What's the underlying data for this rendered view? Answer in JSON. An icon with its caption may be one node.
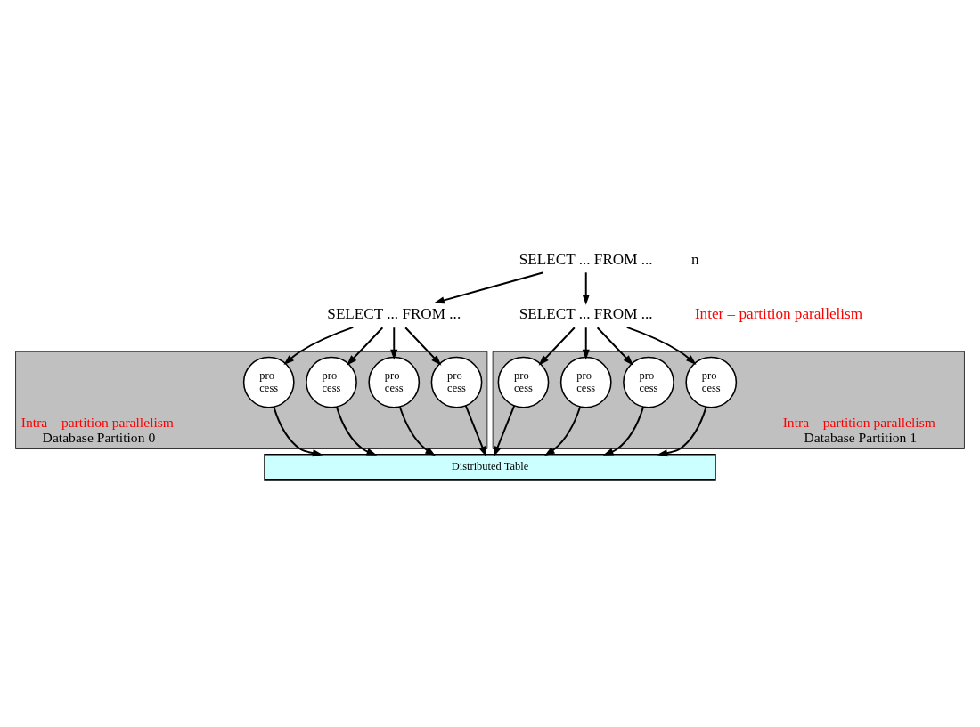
{
  "diagram": {
    "nodes": [
      {
        "text": [
          "SELECT ... FROM ..."
        ]
      },
      {
        "text": [
          "SELECT ... FROM ..."
        ]
      },
      {
        "text": [
          "SELECT ... FROM ..."
        ]
      },
      {
        "text": [
          "Intra – partition parallelism",
          "Database Partition 0"
        ]
      },
      {
        "text": [
          "pro- cess"
        ],
        "in": 3
      },
      {
        "text": [
          "pro- cess"
        ],
        "in": 3
      },
      {
        "text": [
          "pro- cess"
        ],
        "in": 3
      },
      {
        "text": [
          "pro- cess"
        ],
        "in": 3
      },
      {
        "text": [
          "Intra – partition parallelism",
          "Database Partition 1"
        ]
      },
      {
        "text": [
          "pro- cess"
        ],
        "in": 8
      },
      {
        "text": [
          "pro- cess"
        ],
        "in": 8
      },
      {
        "text": [
          "pro- cess"
        ],
        "in": 8
      },
      {
        "text": [
          "pro- cess"
        ],
        "in": 8
      },
      {
        "text": [
          "Distributed Table"
        ]
      }
    ],
    "edges": [
      {
        "from": 0,
        "to": 1,
        "arrow": "to"
      },
      {
        "from": 0,
        "to": 2,
        "arrow": "to"
      },
      {
        "from": 1,
        "to": 4,
        "arrow": "to"
      },
      {
        "from": 1,
        "to": 5,
        "arrow": "to"
      },
      {
        "from": 1,
        "to": 6,
        "arrow": "to"
      },
      {
        "from": 1,
        "to": 7,
        "arrow": "to"
      },
      {
        "from": 2,
        "to": 9,
        "arrow": "to"
      },
      {
        "from": 2,
        "to": 10,
        "arrow": "to"
      },
      {
        "from": 2,
        "to": 11,
        "arrow": "to"
      },
      {
        "from": 2,
        "to": 12,
        "arrow": "to"
      },
      {
        "from": 4,
        "to": 13,
        "arrow": "to"
      },
      {
        "from": 5,
        "to": 13,
        "arrow": "to"
      },
      {
        "from": 6,
        "to": 13,
        "arrow": "to"
      },
      {
        "from": 7,
        "to": 13,
        "arrow": "to"
      },
      {
        "from": 9,
        "to": 13,
        "arrow": "to"
      },
      {
        "from": 10,
        "to": 13,
        "arrow": "to"
      },
      {
        "from": 11,
        "to": 13,
        "arrow": "to"
      },
      {
        "from": 12,
        "to": 13,
        "arrow": "to"
      }
    ],
    "labels": [
      "n",
      "Inter – partition parallelism"
    ]
  }
}
